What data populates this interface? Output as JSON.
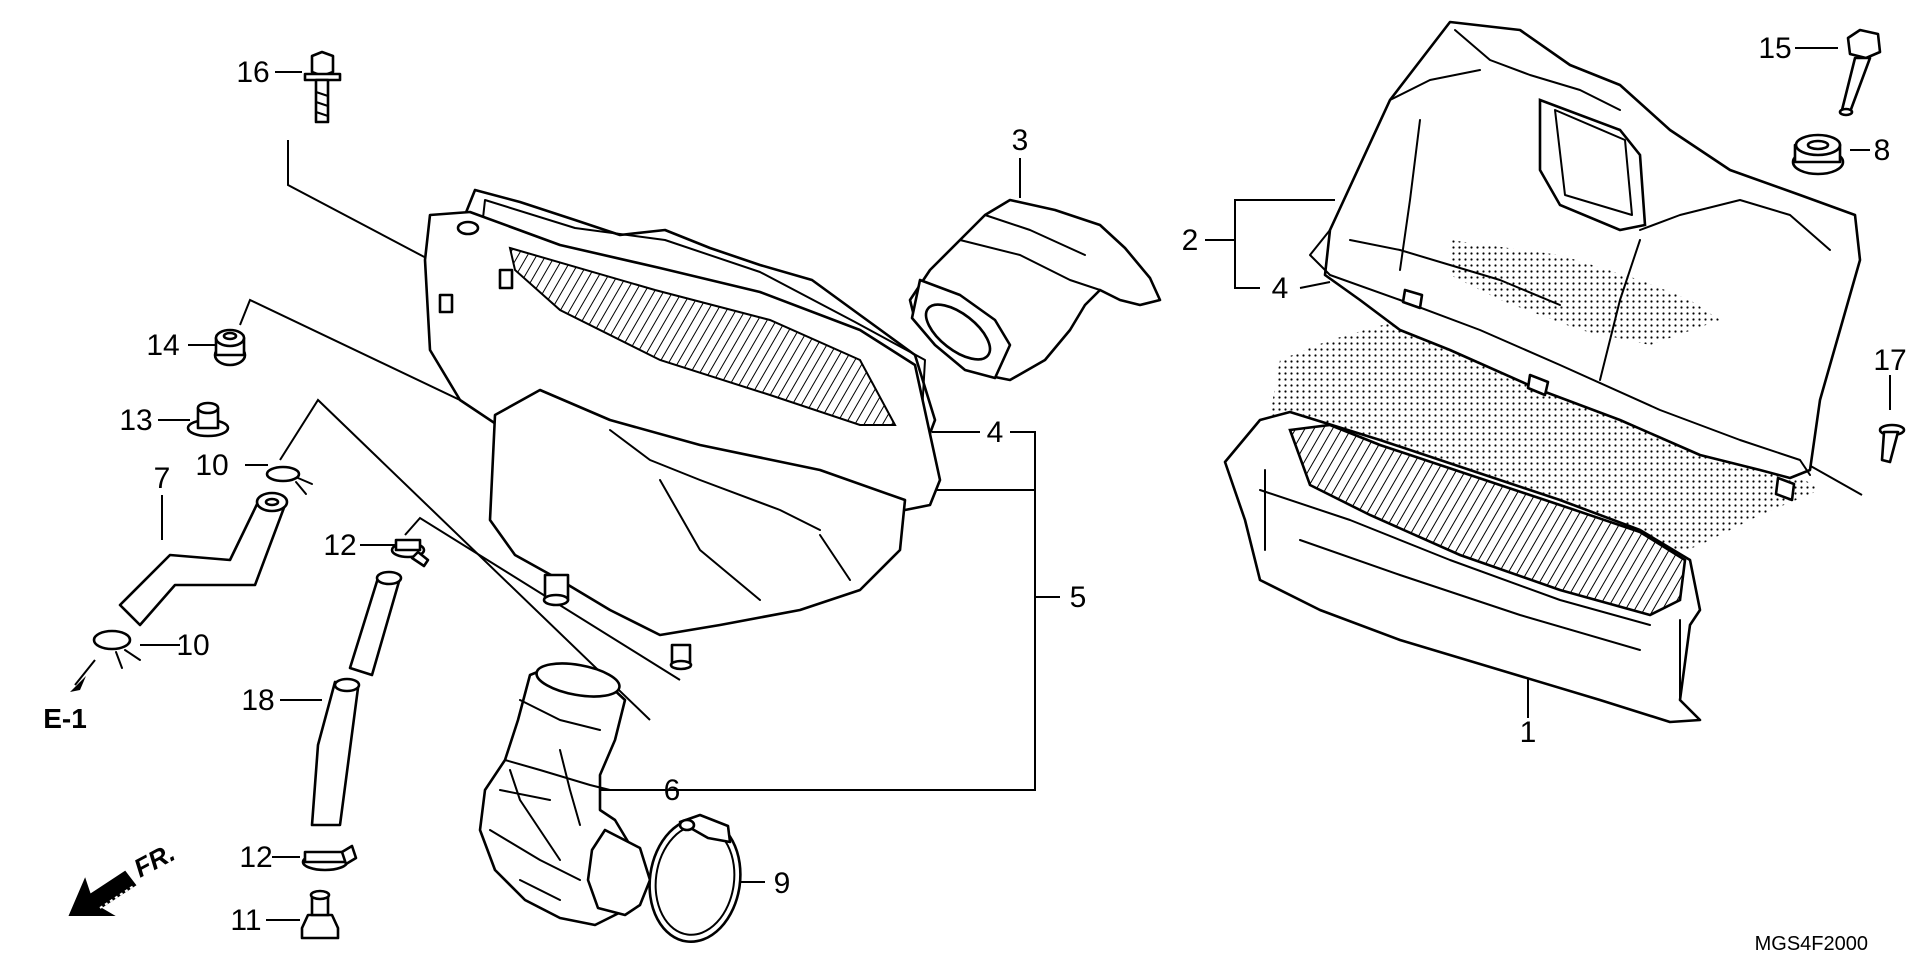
{
  "diagram": {
    "code": "MGS4F2000",
    "reference": "E-1",
    "direction": "FR."
  },
  "callouts": [
    {
      "id": "c1",
      "text": "1"
    },
    {
      "id": "c2",
      "text": "2"
    },
    {
      "id": "c3",
      "text": "3"
    },
    {
      "id": "c4a",
      "text": "4"
    },
    {
      "id": "c4b",
      "text": "4"
    },
    {
      "id": "c5",
      "text": "5"
    },
    {
      "id": "c6",
      "text": "6"
    },
    {
      "id": "c7",
      "text": "7"
    },
    {
      "id": "c8",
      "text": "8"
    },
    {
      "id": "c9",
      "text": "9"
    },
    {
      "id": "c10a",
      "text": "10"
    },
    {
      "id": "c10b",
      "text": "10"
    },
    {
      "id": "c11",
      "text": "11"
    },
    {
      "id": "c12a",
      "text": "12"
    },
    {
      "id": "c12b",
      "text": "12"
    },
    {
      "id": "c13",
      "text": "13"
    },
    {
      "id": "c14",
      "text": "14"
    },
    {
      "id": "c15",
      "text": "15"
    },
    {
      "id": "c16",
      "text": "16"
    },
    {
      "id": "c17",
      "text": "17"
    },
    {
      "id": "c18",
      "text": "18"
    }
  ]
}
